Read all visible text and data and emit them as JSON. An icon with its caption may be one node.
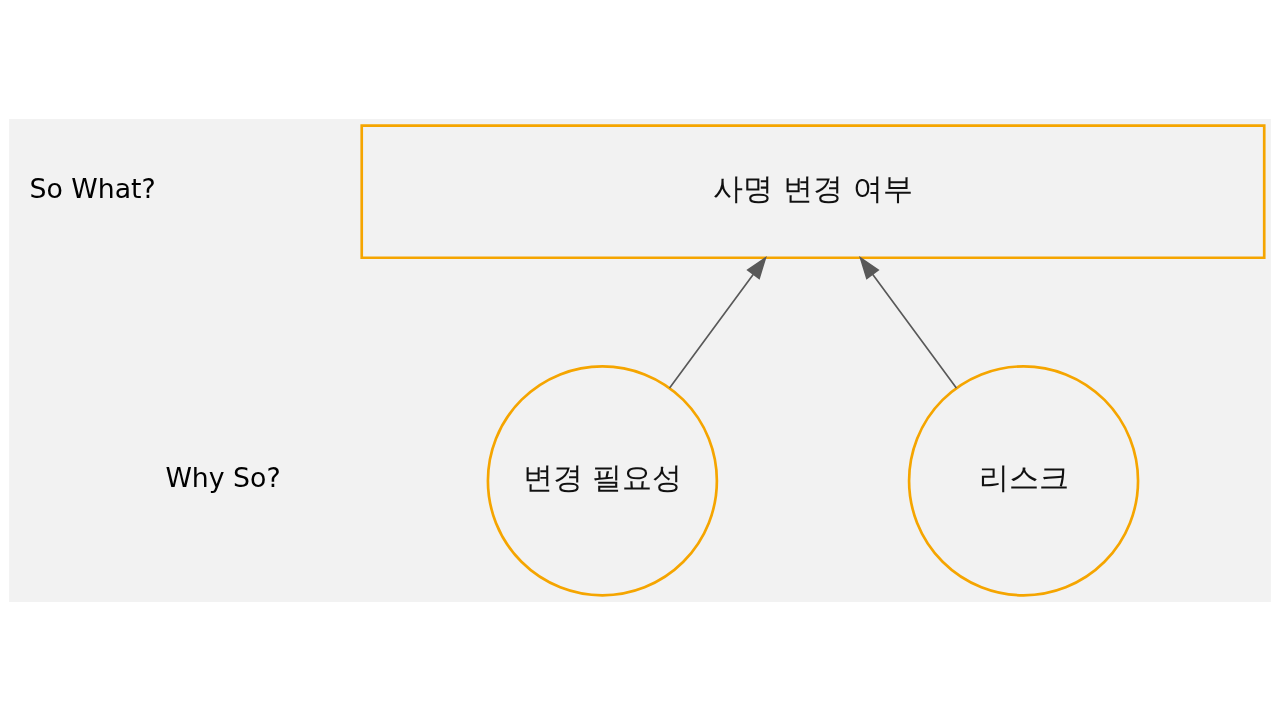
{
  "diagram": {
    "nodes": [
      {
        "text": [
          "사명 변경 여부"
        ]
      },
      {
        "text": [
          "변경 필요성"
        ]
      },
      {
        "text": [
          "리스크"
        ]
      }
    ],
    "edges": [
      {
        "from": 1,
        "to": 0,
        "arrow": "to"
      },
      {
        "from": 2,
        "to": 0,
        "arrow": "to"
      }
    ],
    "labels": [
      "So What?",
      "Why So?"
    ]
  }
}
